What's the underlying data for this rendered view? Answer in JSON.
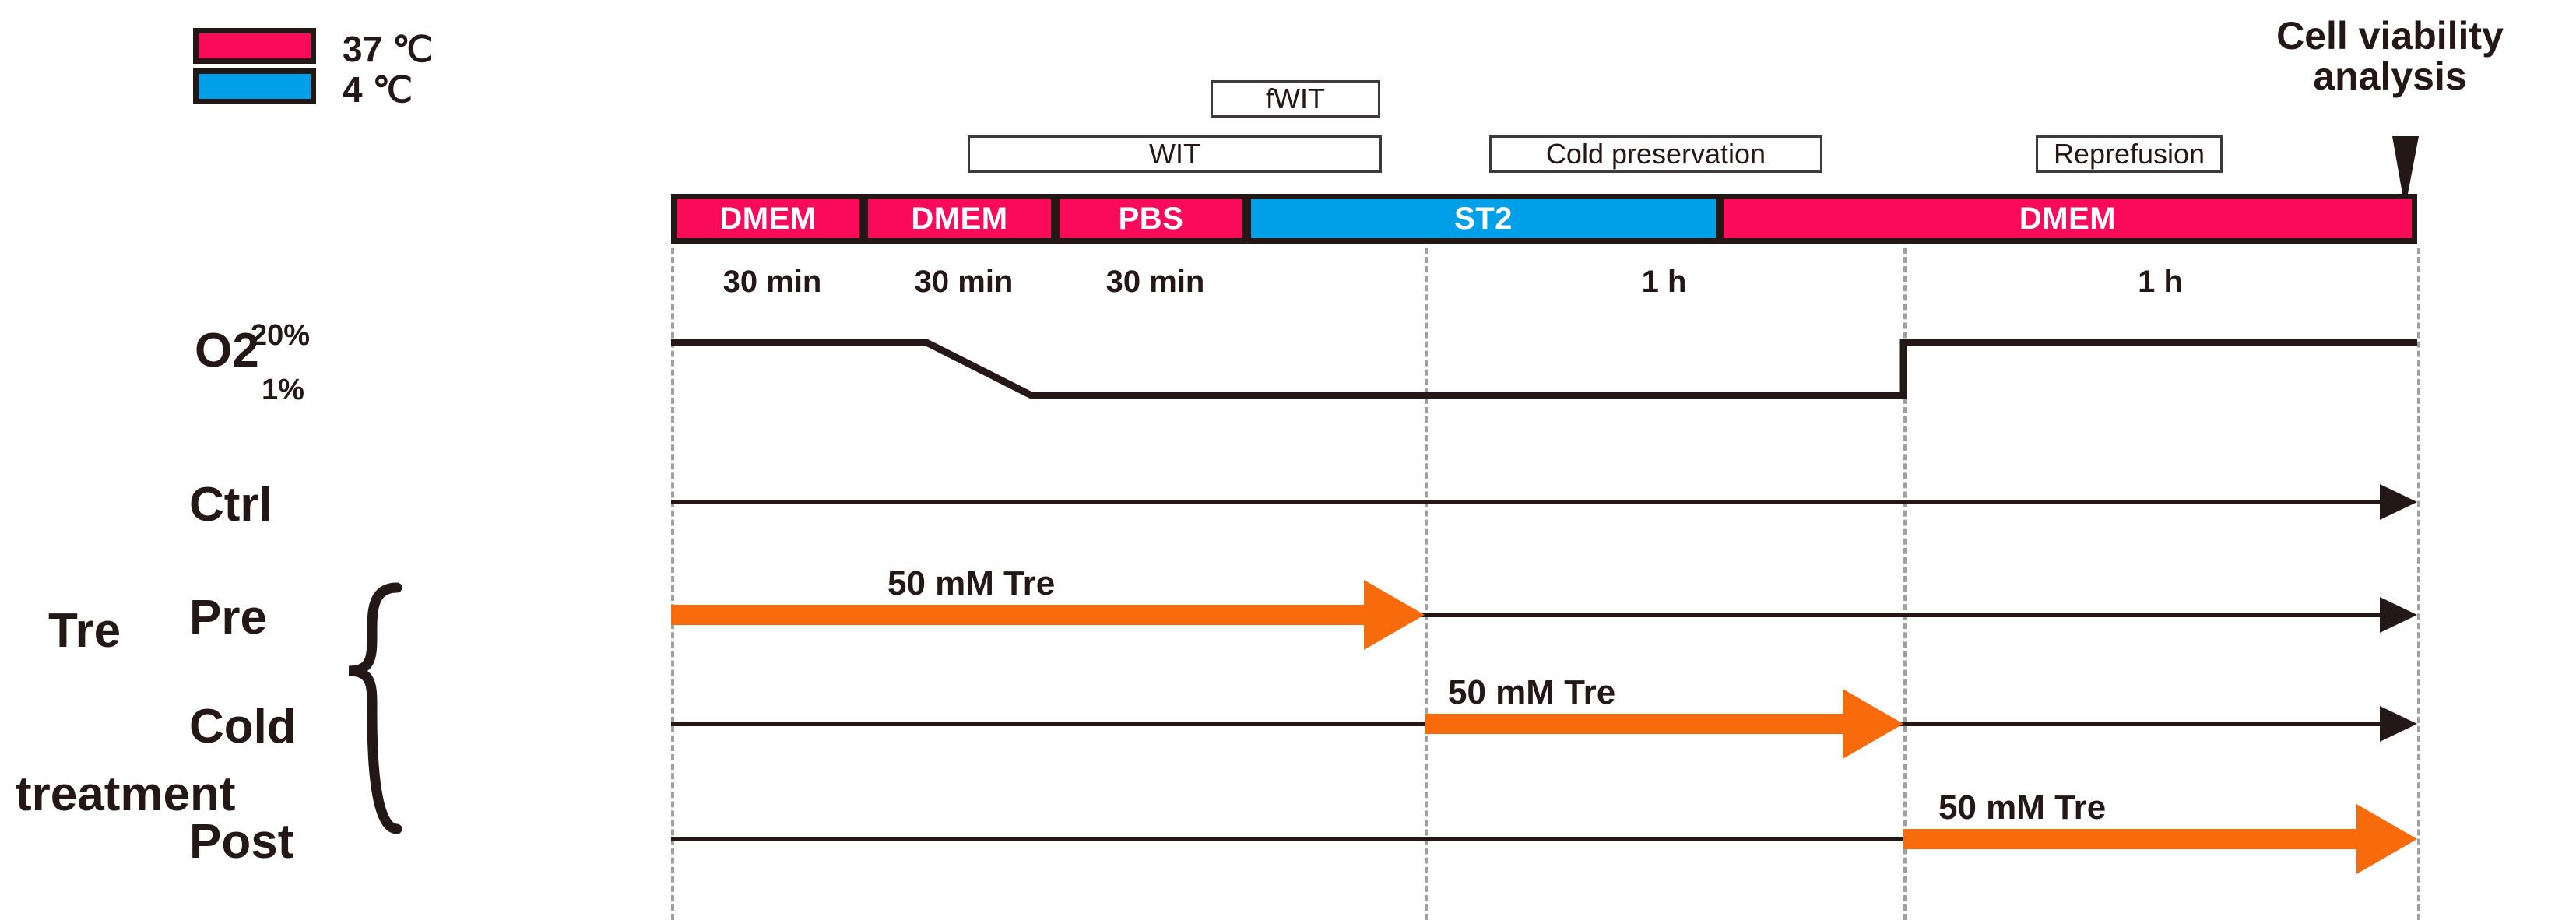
{
  "legend": {
    "items": [
      {
        "label": "37 ℃",
        "color": "#fa0a5a",
        "icon": "warm-swatch"
      },
      {
        "label": "4 ℃",
        "color": "#00a0e9",
        "icon": "cold-swatch"
      }
    ]
  },
  "phase_boxes": [
    {
      "label": "fWIT",
      "name": "phase-box-fwit"
    },
    {
      "label": "WIT",
      "name": "phase-box-wit"
    },
    {
      "label": "Cold preservation",
      "name": "phase-box-cold-preservation"
    },
    {
      "label": "Reprefusion",
      "name": "phase-box-reperfusion"
    }
  ],
  "timeline": {
    "segments": [
      {
        "label": "DMEM",
        "duration": "30 min",
        "color": "#fa0a5a"
      },
      {
        "label": "DMEM",
        "duration": "30 min",
        "color": "#fa0a5a"
      },
      {
        "label": "PBS",
        "duration": "30 min",
        "color": "#fa0a5a"
      },
      {
        "label": "ST2",
        "duration": "1 h",
        "color": "#00a0e9"
      },
      {
        "label": "DMEM",
        "duration": "1 h",
        "color": "#fa0a5a"
      }
    ]
  },
  "oxygen": {
    "axis_label": "O2",
    "high_tick": "20%",
    "low_tick": "1%"
  },
  "rows": {
    "ctrl": "Ctrl",
    "pre": "Pre",
    "cold": "Cold",
    "post": "Post"
  },
  "group": {
    "line1": "Tre",
    "line2": "treatment"
  },
  "treatment_arrows": [
    {
      "row": "pre",
      "label": "50 mM Tre",
      "color": "#f76b0c"
    },
    {
      "row": "cold",
      "label": "50 mM Tre",
      "color": "#f76b0c"
    },
    {
      "row": "post",
      "label": "50 mM Tre",
      "color": "#f76b0c"
    }
  ],
  "endpoint": {
    "caption": "Cell viability\nanalysis",
    "marker": "down-triangle-marker"
  },
  "colors": {
    "warm": "#fa0a5a",
    "cold": "#00a0e9",
    "orange": "#f76b0c",
    "ink": "#231815",
    "guide": "#9fa0a0"
  }
}
